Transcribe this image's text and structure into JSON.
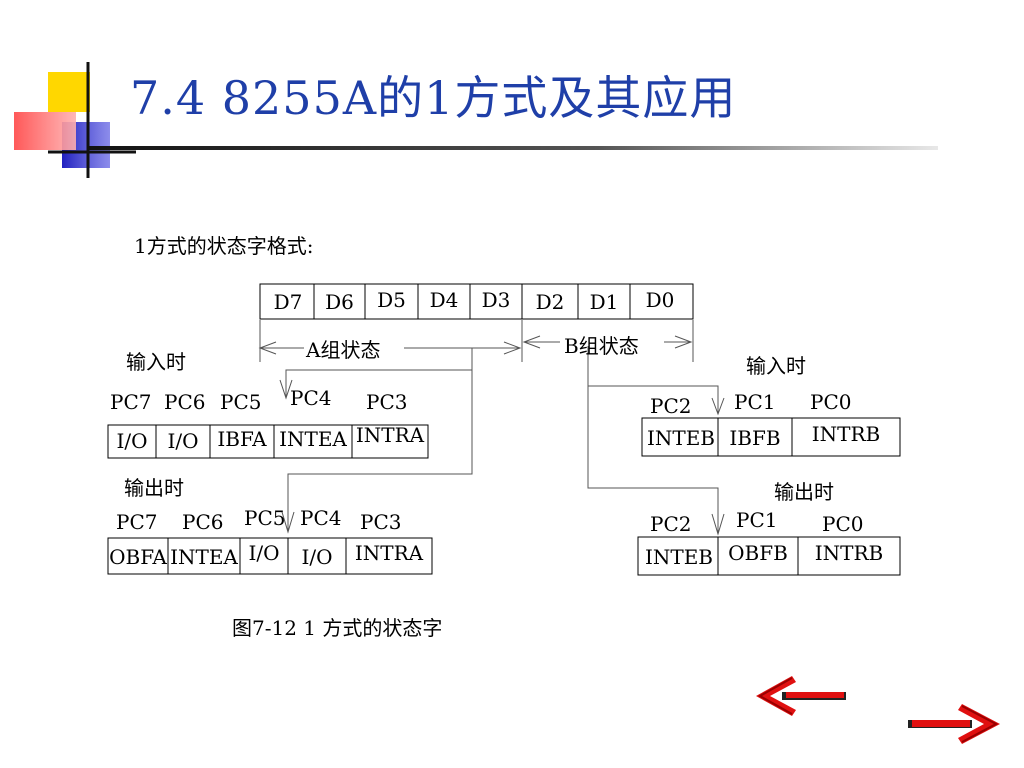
{
  "slide": {
    "title": "7.4   8255A的1方式及其应用",
    "subtitle": "1方式的状态字格式:",
    "caption": "图7-12  1  方式的状态字"
  },
  "bit_row": [
    "D7",
    "D6",
    "D5",
    "D4",
    "D3",
    "D2",
    "D1",
    "D0"
  ],
  "groups": {
    "a": "A组状态",
    "b": "B组状态"
  },
  "port_a": {
    "input": {
      "heading": "输入时",
      "pins": [
        "PC7",
        "PC6",
        "PC5",
        "PC4",
        "PC3"
      ],
      "values": [
        "I/O",
        "I/O",
        "IBFA",
        "INTEA",
        "INTRA"
      ]
    },
    "output": {
      "heading": "输出时",
      "pins": [
        "PC7",
        "PC6",
        "PC5",
        "PC4",
        "PC3"
      ],
      "values": [
        "OBFA",
        "INTEA",
        "I/O",
        "I/O",
        "INTRA"
      ]
    }
  },
  "port_b": {
    "input": {
      "heading": "输入时",
      "pins": [
        "PC2",
        "PC1",
        "PC0"
      ],
      "values": [
        "INTEB",
        "IBFB",
        "INTRB"
      ]
    },
    "output": {
      "heading": "输出时",
      "pins": [
        "PC2",
        "PC1",
        "PC0"
      ],
      "values": [
        "INTEB",
        "OBFB",
        "INTRB"
      ]
    }
  },
  "nav": {
    "prev_icon": "red-left-arrow-icon",
    "next_icon": "red-right-arrow-icon"
  },
  "colors": {
    "title": "#1f3fa8",
    "arrow": "#e01010",
    "logo_yellow": "#ffd700",
    "logo_blue": "#3a3ad0",
    "logo_red": "#ff4040"
  }
}
